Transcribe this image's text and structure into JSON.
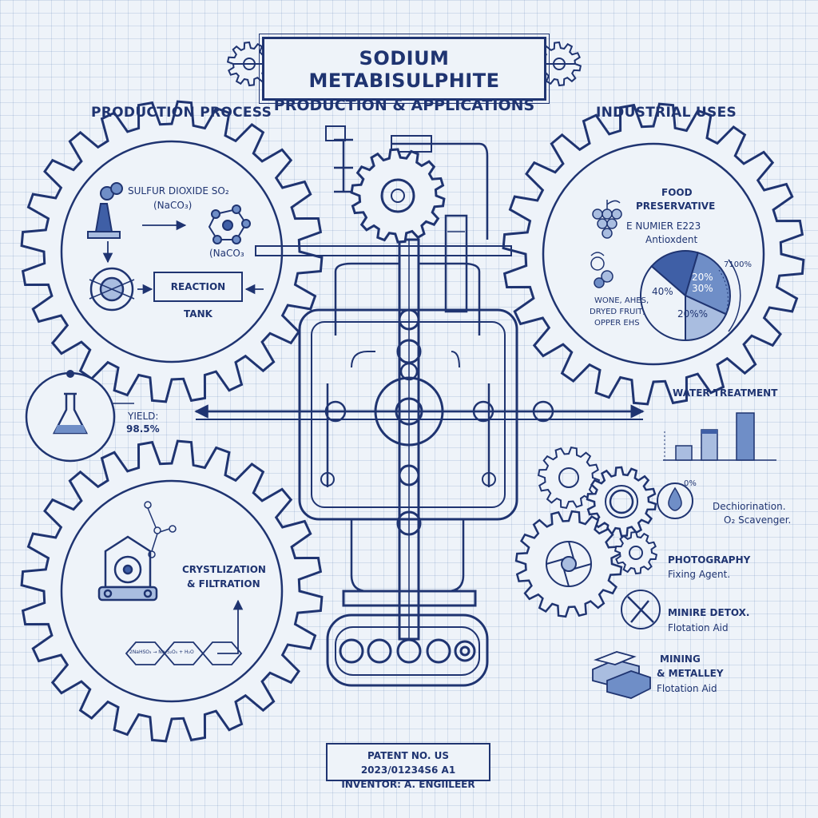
{
  "title": {
    "line1": "SODIUM METABISULPHITE",
    "line2": "PRODUCTION & APPLICATIONS"
  },
  "sections": {
    "production": "PRODUCTION PROCESS",
    "uses": "INDUSTRIAL USES"
  },
  "production": {
    "sulfur": "SULFUR DIOXIDE SO₂",
    "naco_a": "(NaCO₃)",
    "naco_b": "(NaCO₃",
    "reaction_tank": "REACTION TANK",
    "yield_label": "YIELD:",
    "yield_value": "98.5%",
    "crystal_line1": "CRYSTLIZATION",
    "crystal_line2": "& FILTRATION",
    "hex_text": "2NaHSO₃ → Na₂S₂O₅ + H₂O"
  },
  "food": {
    "line1": "FOOD",
    "line2": "PRESERVATIVE",
    "enumber": "E NUMIER E223",
    "antioxidant": "Antioxdent",
    "items": [
      "WONE, AHES,",
      "DRYED FRUIT,",
      "OPPER EHS"
    ]
  },
  "food_chart": {
    "slice_40": "40%",
    "slice_20": "20%",
    "slice_30": "30%",
    "slice_bottom": "20%%",
    "edge_label": "7100%"
  },
  "chart_data": {
    "type": "pie",
    "labels": [
      "40%",
      "20%",
      "30%",
      "20%%"
    ],
    "values": [
      40,
      20,
      30,
      20
    ]
  },
  "water": {
    "title": "WATER TREATMENT",
    "pct": "0%",
    "line1": "Dechiorination.",
    "line2": "O₂ Scavenger."
  },
  "photo": {
    "title": "PHOTOGRAPHY",
    "sub": "Fixing Agent."
  },
  "minire": {
    "title": "MINIRE DETOX.",
    "sub": "Flotation Aid"
  },
  "mining": {
    "line1": "MINING",
    "line2": "& METALLEY",
    "sub": "Flotation Aid"
  },
  "patent": {
    "line1": "PATENT NO. US 2023/01234S6 A1",
    "line2": "INVENTOR: A. ENGIILEER"
  },
  "colors": {
    "ink": "#1f3471",
    "fill_light": "#a9bde0",
    "fill_mid": "#6f8ec7",
    "fill_dark": "#3f5fa6",
    "paper": "#eef3f9"
  }
}
